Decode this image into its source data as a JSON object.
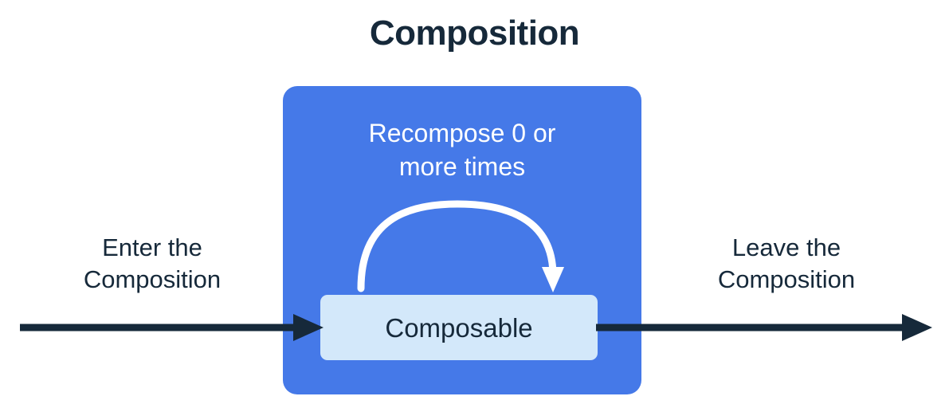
{
  "title": "Composition",
  "composition": {
    "recompose_label_line1": "Recompose 0 or",
    "recompose_label_line2": "more times",
    "node_label": "Composable",
    "recompose_arrow_icon": "curved-loop-arrow-icon"
  },
  "flow": {
    "enter_caption_line1": "Enter the",
    "enter_caption_line2": "Composition",
    "leave_caption_line1": "Leave the",
    "leave_caption_line2": "Composition",
    "enter_arrow_icon": "arrow-right-icon",
    "leave_arrow_icon": "arrow-right-icon"
  },
  "colors": {
    "background": "#ffffff",
    "title_text": "#16293a",
    "composition_fill": "#4579E8",
    "composable_fill": "#d3e8fa",
    "composable_text": "#16293a",
    "recompose_text": "#ffffff",
    "recompose_arrow": "#ffffff",
    "flow_arrow": "#16293a",
    "caption_text": "#16293a"
  }
}
